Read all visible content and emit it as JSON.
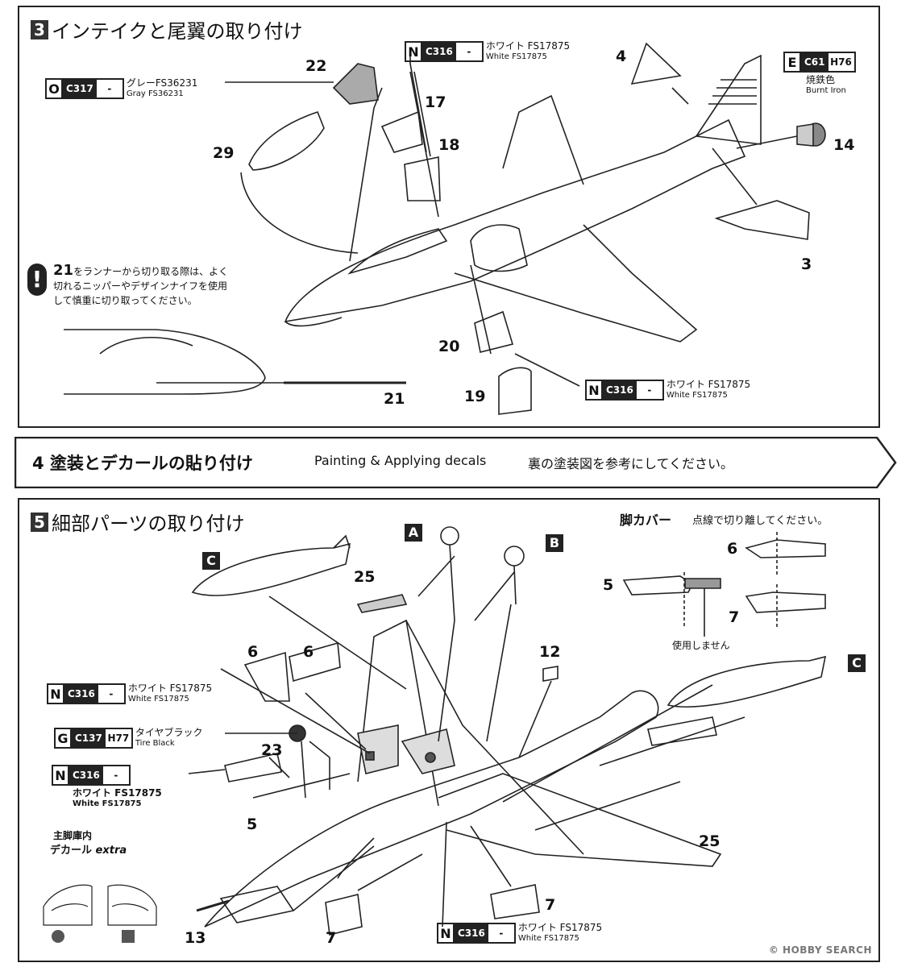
{
  "step3": {
    "num": "3",
    "title": "インテイクと尾翼の取り付け",
    "parts": {
      "p22": "22",
      "p29": "29",
      "p17": "17",
      "p18": "18",
      "p4": "4",
      "p14": "14",
      "p3": "3",
      "p20": "20",
      "p19": "19",
      "p21": "21"
    },
    "paint_o": {
      "letter": "O",
      "code": "C317",
      "hcode": "-",
      "jp": "グレーFS36231",
      "en": "Gray FS36231"
    },
    "paint_n_top": {
      "letter": "N",
      "code": "C316",
      "hcode": "-",
      "jp": "ホワイト FS17875",
      "en": "White FS17875"
    },
    "paint_e": {
      "letter": "E",
      "code": "C61",
      "hcode": "H76",
      "jp": "焼鉄色",
      "en": "Burnt Iron"
    },
    "paint_n_bottom": {
      "letter": "N",
      "code": "C316",
      "hcode": "-",
      "jp": "ホワイト FS17875",
      "en": "White FS17875"
    },
    "note": {
      "part": "21",
      "line1": "をランナーから切り取る際は、よく",
      "line2": "切れるニッパーやデザインナイフを使用",
      "line3": "して慎重に切り取ってください。"
    }
  },
  "step4": {
    "title": "4 塗装とデカールの貼り付け",
    "en": "Painting & Applying decals",
    "ref": "裏の塗装図を参考にしてください。"
  },
  "step5": {
    "num": "5",
    "title": "細部パーツの取り付け",
    "labels": {
      "A": "A",
      "B": "B",
      "C1": "C",
      "C2": "C"
    },
    "parts": {
      "p25a": "25",
      "p6a": "6",
      "p6b": "6",
      "p23": "23",
      "p5": "5",
      "p13": "13",
      "p7a": "7",
      "p12": "12",
      "p25b": "25",
      "p7b": "7",
      "p6c": "6",
      "p5b": "5",
      "p7c": "7"
    },
    "gear_cover": {
      "title": "脚カバー",
      "hint": "点線で切り離してください。",
      "unused": "使用しません"
    },
    "paint_n1": {
      "letter": "N",
      "code": "C316",
      "hcode": "-",
      "jp": "ホワイト FS17875",
      "en": "White FS17875"
    },
    "paint_g": {
      "letter": "G",
      "code": "C137",
      "hcode": "H77",
      "jp": "タイヤブラック",
      "en": "Tire Black"
    },
    "paint_n2": {
      "letter": "N",
      "code": "C316",
      "hcode": "-",
      "jp": "ホワイト FS17875",
      "en": "White FS17875"
    },
    "paint_n3": {
      "letter": "N",
      "code": "C316",
      "hcode": "-",
      "jp": "ホワイト FS17875",
      "en": "White FS17875"
    },
    "decal": {
      "line1": "主脚庫内",
      "line2": "デカール",
      "extra": "extra"
    }
  },
  "watermark": "© HOBBY SEARCH"
}
